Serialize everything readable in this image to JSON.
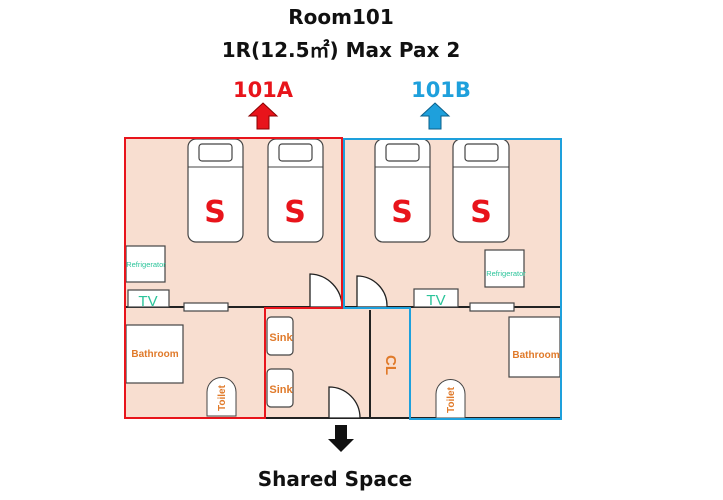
{
  "header": {
    "title": "Room101",
    "subtitle": "1R(12.5㎡) Max Pax 2"
  },
  "units": [
    {
      "label": "101A",
      "color": "#e8141b"
    },
    {
      "label": "101B",
      "color": "#1ea0dc"
    }
  ],
  "beds": [
    "S",
    "S",
    "S",
    "S"
  ],
  "fixtures": {
    "refrigerator": "Refrigerator",
    "tv": "TV",
    "bathroom": "Bathroom",
    "toilet": "Toilet",
    "sink": "Sink",
    "closet": "CL"
  },
  "footer": {
    "label": "Shared Space"
  },
  "colors": {
    "floor": "#f8ded0",
    "red": "#e8141b",
    "blue": "#1ea0dc"
  }
}
